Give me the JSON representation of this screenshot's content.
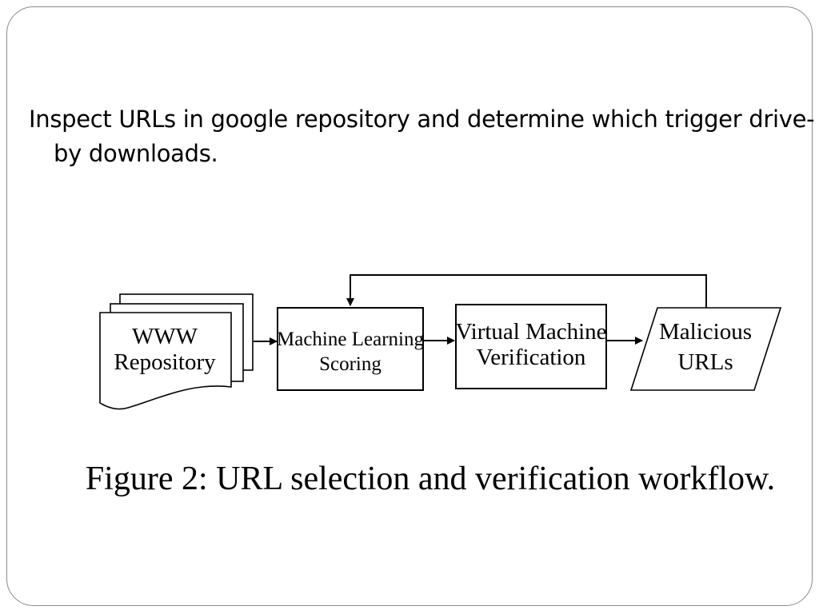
{
  "slide": {
    "bullet_text": "Inspect URLs in google repository and determine which trigger drive-by downloads."
  },
  "diagram": {
    "nodes": {
      "repository": {
        "line1": "WWW",
        "line2": "Repository"
      },
      "ml_scoring": {
        "line1": "Machine Learning",
        "line2": "Scoring"
      },
      "vm_verification": {
        "line1": "Virtual Machine",
        "line2": "Verification"
      },
      "malicious_urls": {
        "line1": "Malicious",
        "line2": "URLs"
      }
    },
    "caption": "Figure 2: URL selection and verification workflow."
  }
}
